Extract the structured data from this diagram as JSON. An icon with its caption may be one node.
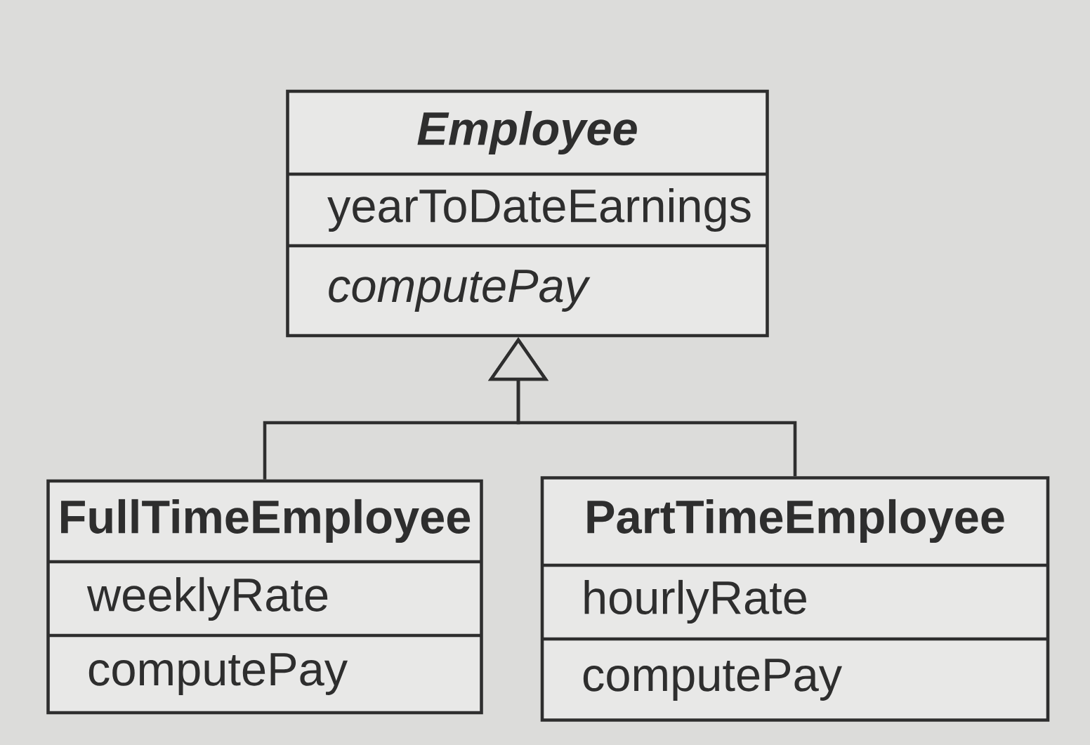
{
  "diagram": {
    "nodes": [
      {
        "text": [
          "Employee",
          "yearToDateEarnings",
          "computePay"
        ]
      },
      {
        "text": [
          "FullTimeEmployee",
          "weeklyRate",
          "computePay"
        ]
      },
      {
        "text": [
          "PartTimeEmployee",
          "hourlyRate",
          "computePay"
        ]
      }
    ],
    "edges": [
      {
        "from": 1,
        "to": 0,
        "arrow": "to"
      },
      {
        "from": 2,
        "to": 0,
        "arrow": "to"
      }
    ]
  }
}
